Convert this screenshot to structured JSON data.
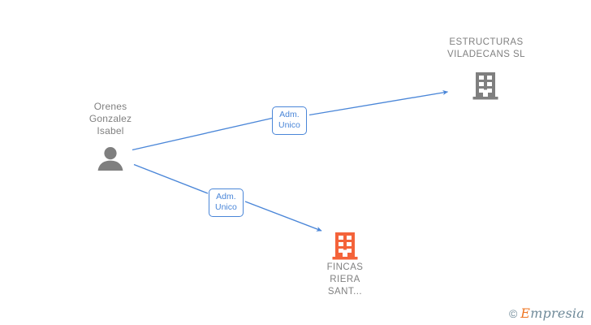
{
  "graph": {
    "background_color": "#ffffff",
    "edge_color": "#4a86d8",
    "person_color": "#808080",
    "company_color": "#808080",
    "highlight_company_color": "#f4633a",
    "nodes": [
      {
        "id": "person-orenes-gonzalez-isabel",
        "type": "person",
        "icon": "person-icon",
        "label": "Orenes\nGonzalez\nIsabel",
        "label_lines": [
          "Orenes",
          "Gonzalez",
          "Isabel"
        ],
        "color": "#808080"
      },
      {
        "id": "company-estructuras-viladecans-sl",
        "type": "company",
        "icon": "building-icon",
        "label": "ESTRUCTURAS\nVILADECANS SL",
        "label_lines": [
          "ESTRUCTURAS",
          "VILADECANS SL"
        ],
        "color": "#808080"
      },
      {
        "id": "company-fincas-riera-sant",
        "type": "company",
        "icon": "building-icon",
        "label": "FINCAS\nRIERA\nSANT...",
        "label_lines": [
          "FINCAS",
          "RIERA",
          "SANT..."
        ],
        "color": "#f4633a"
      }
    ],
    "edges": [
      {
        "id": "edge-orenes-to-estructuras",
        "from": "person-orenes-gonzalez-isabel",
        "to": "company-estructuras-viladecans-sl",
        "label": "Adm.\nUnico",
        "label_lines": [
          "Adm.",
          "Unico"
        ]
      },
      {
        "id": "edge-orenes-to-fincas",
        "from": "person-orenes-gonzalez-isabel",
        "to": "company-fincas-riera-sant",
        "label": "Adm.\nUnico",
        "label_lines": [
          "Adm.",
          "Unico"
        ]
      }
    ]
  },
  "watermark": {
    "copyright_symbol": "©",
    "brand_first_letter": "E",
    "brand_rest": "mpresia",
    "full_text": "© Empresia"
  }
}
